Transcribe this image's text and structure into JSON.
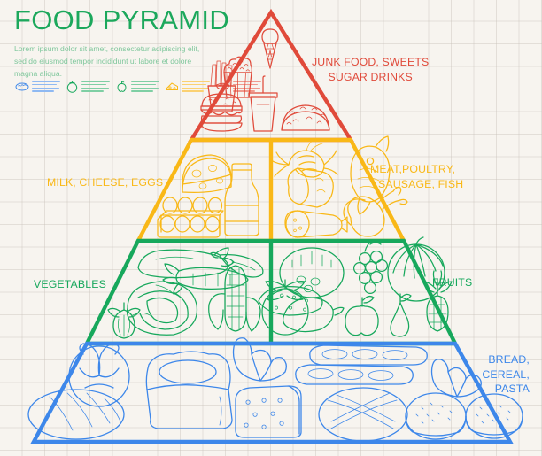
{
  "header": {
    "title": "FOOD PYRAMID",
    "subtitle": "Lorem ipsum dolor sit amet, consectetur adipiscing elit, sed do eiusmod tempor incididunt ut labore et dolore magna aliqua.",
    "legend_icons": [
      {
        "name": "bread-icon",
        "color": "#3d87ea"
      },
      {
        "name": "tomato-icon",
        "color": "#17a85c"
      },
      {
        "name": "apple-icon",
        "color": "#17a85c"
      },
      {
        "name": "cheese-icon",
        "color": "#f9b817"
      },
      {
        "name": "hotdog-icon",
        "color": "#e04a3a"
      }
    ]
  },
  "colors": {
    "red": "#e04a3a",
    "yellow": "#f9b817",
    "green": "#17a85c",
    "blue": "#3d87ea",
    "background": "#f7f4ef",
    "grid": "#c3bcb4",
    "title_green": "#1ca85c",
    "subtitle_green": "#7fc79c"
  },
  "pyramid": {
    "tiers": [
      {
        "id": "tier-junk-food",
        "color": "#e04a3a",
        "label_lines": [
          "JUNK FOOD, SWEETS",
          "SUGAR DRINKS"
        ],
        "label_side": "right",
        "foods": [
          "ice-cream-cone",
          "popcorn",
          "french-fries",
          "hamburger",
          "soda-cup",
          "taco"
        ]
      },
      {
        "id": "tier-dairy-protein",
        "color": "#f9b817",
        "left": {
          "id": "tier-dairy",
          "label_lines": [
            "MILK, CHEESE, EGGS"
          ],
          "label_side": "left",
          "foods": [
            "cheese-wedge",
            "milk-bottle",
            "egg-carton"
          ]
        },
        "right": {
          "id": "tier-protein",
          "label_lines": [
            "MEAT,POULTRY,",
            "SAUSAGE, FISH"
          ],
          "label_side": "right",
          "foods": [
            "shrimp",
            "fish",
            "ham-steak",
            "salami",
            "chicken-drumsticks"
          ]
        }
      },
      {
        "id": "tier-produce",
        "color": "#17a85c",
        "left": {
          "id": "tier-vegetables",
          "label_lines": [
            "VEGETABLES"
          ],
          "label_side": "left",
          "foods": [
            "eggplant",
            "chili-pepper",
            "carrot",
            "cabbage",
            "corn",
            "cucumber",
            "tomato",
            "garlic"
          ]
        },
        "right": {
          "id": "tier-fruits",
          "label_lines": [
            "FRUITS"
          ],
          "label_side": "right",
          "foods": [
            "melon",
            "grapes",
            "watermelon",
            "lemon",
            "apple",
            "pear",
            "pineapple"
          ]
        }
      },
      {
        "id": "tier-grains",
        "color": "#3d87ea",
        "label_lines": [
          "BREAD,",
          "CEREAL,",
          "PASTA"
        ],
        "label_side": "right",
        "foods": [
          "pretzel",
          "flour-bag",
          "croissant",
          "baguettes",
          "bread-loaf",
          "sliced-bread",
          "round-loaf",
          "seeded-buns"
        ]
      }
    ]
  }
}
